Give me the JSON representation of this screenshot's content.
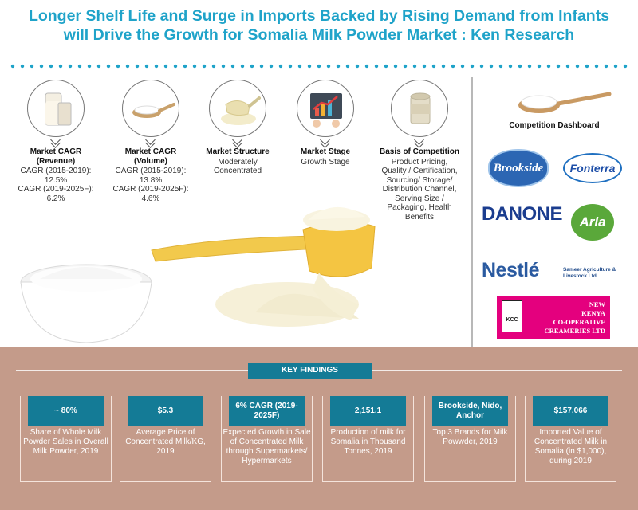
{
  "header": {
    "title_line1": "Longer Shelf Life and Surge in Imports Backed by Rising Demand from Infants",
    "title_line2": "will Drive the Growth for Somalia Milk Powder Market : Ken Research"
  },
  "metrics": [
    {
      "label": "Market CAGR\n(Revenue)",
      "value": "CAGR (2015-2019):\n12.5%\nCAGR (2019-2025F):\n6.2%",
      "icon": "milk-glass-icon"
    },
    {
      "label": "Market CAGR\n(Volume)",
      "value": "CAGR (2015-2019):\n13.8%\nCAGR (2019-2025F):\n4.6%",
      "icon": "milk-powder-spoon-icon"
    },
    {
      "label": "Market Structure",
      "value": "Moderately\nConcentrated",
      "icon": "powder-scoop-icon"
    },
    {
      "label": "Market Stage",
      "value": "Growth Stage",
      "icon": "growth-chart-icon"
    },
    {
      "label": "Basis of Competition",
      "value": "Product Pricing,\nQuality / Certification,\nSourcing/ Storage/\nDistribution Channel,\nServing Size /\nPackaging, Health\nBenefits",
      "icon": "milk-can-icon"
    }
  ],
  "competition": {
    "title": "Competition Dashboard",
    "brands": {
      "brookside": "Brookside",
      "fonterra": "Fonterra",
      "danone": "DANONE",
      "arla": "Arla",
      "nestle": "Nestlé",
      "sameer": "Sameer Agriculture & Livestock Ltd",
      "kcc_badge": "KCC",
      "kcc": "NEW\nKENYA\nCO-OPERATIVE\nCREAMERIES LTD"
    }
  },
  "key_findings": {
    "label": "KEY FINDINGS",
    "cards": [
      {
        "head": "~ 80%",
        "desc": "Share of Whole Milk Powder Sales in Overall Milk Powder, 2019"
      },
      {
        "head": "$5.3",
        "desc": "Average Price of Concentrated Milk/KG, 2019"
      },
      {
        "head": "6% CAGR (2019-2025F)",
        "desc": "Expected Growth in Sale of Concentrated Milk through Supermarkets/ Hypermarkets"
      },
      {
        "head": "2,151.1",
        "desc": "Production of milk for Somalia in Thousand Tonnes, 2019"
      },
      {
        "head": "Brookside, Nido, Anchor",
        "desc": "Top 3 Brands for Milk Powwder, 2019"
      },
      {
        "head": "$157,066",
        "desc": "Imported Value of Concentrated Milk in Somalia (in $1,000), during 2019"
      }
    ]
  }
}
